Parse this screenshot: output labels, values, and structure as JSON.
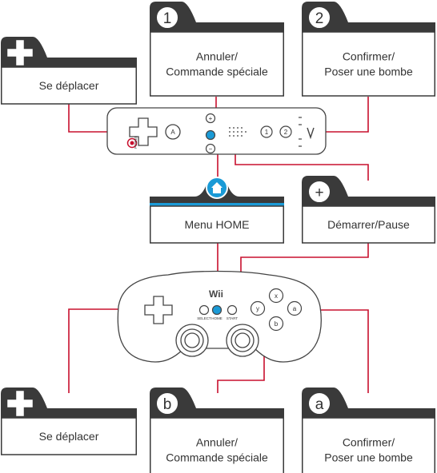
{
  "wiimote_labels": {
    "dpad": "Se déplacer",
    "button_1": "Annuler/\nCommande spéciale",
    "button_2": "Confirmer/\nPoser une bombe",
    "home": "Menu HOME",
    "plus": "Démarrer/Pause"
  },
  "classic_labels": {
    "dpad": "Se déplacer",
    "button_b": "Annuler/\nCommande spéciale",
    "button_a": "Confirmer/\nPoser une bombe"
  },
  "badges": {
    "button_1": "1",
    "button_2": "2",
    "plus": "+",
    "button_b": "b",
    "button_a": "a"
  },
  "wiimote_markings": {
    "a": "A",
    "power": "POWER",
    "minus": "−",
    "plus": "+",
    "one": "1",
    "two": "2"
  },
  "classic_markings": {
    "brand": "Wii",
    "select": "SELECT",
    "home": "HOME",
    "start": "START",
    "x": "x",
    "y": "y",
    "a": "a",
    "b": "b"
  },
  "colors": {
    "connector_line": "#c8102e",
    "home_badge": "#1a9ad6",
    "header_dark": "#3a3a3a"
  }
}
